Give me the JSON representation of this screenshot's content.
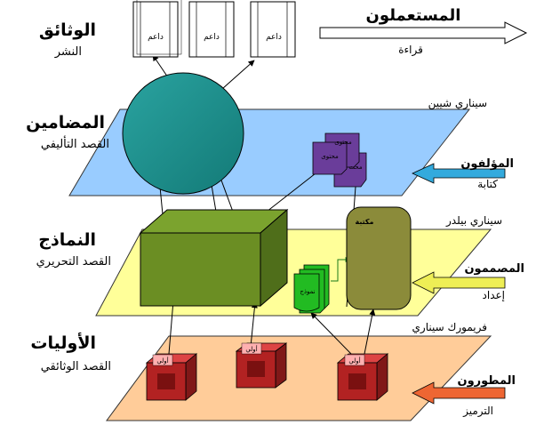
{
  "levels": [
    {
      "key": "docs",
      "title": "الوثائق",
      "subtitle": "النشر"
    },
    {
      "key": "content",
      "title": "المضامين",
      "subtitle": "القصد التأليفي"
    },
    {
      "key": "models",
      "title": "النماذج",
      "subtitle": "القصد التحريري"
    },
    {
      "key": "primitives",
      "title": "الأوليات",
      "subtitle": "القصد الوثائقي"
    }
  ],
  "planes": {
    "shane": {
      "label": "سيناري شيين",
      "color": "#99ccff"
    },
    "builder": {
      "label": "سيناري بيلدر",
      "color": "#ffff99"
    },
    "framework": {
      "label": "فريمورك سيناري",
      "color": "#ffcc99"
    }
  },
  "roles": {
    "users": {
      "title": "المستعملون",
      "action": "قراءة"
    },
    "authors": {
      "title": "المؤلفون",
      "action": "كتابة",
      "color": "#33aadd"
    },
    "designers": {
      "title": "المصممون",
      "action": "إعداد",
      "color": "#eeee55"
    },
    "developers": {
      "title": "المطورون",
      "action": "الترميز",
      "color": "#ee6633"
    }
  },
  "shapes": {
    "support_label": "داعم",
    "content_label": "محتوى",
    "content_short": "محت",
    "library_label": "مكتبة",
    "template_label": "نموذج",
    "primitive_label": "أولي",
    "sphere_color": "#1a8a8a",
    "box_color": "#6b8e23",
    "library_color": "#8b8b3a",
    "template_color": "#22bb22",
    "content_color": "#6a3d9a",
    "primitive_color": "#b22222"
  }
}
